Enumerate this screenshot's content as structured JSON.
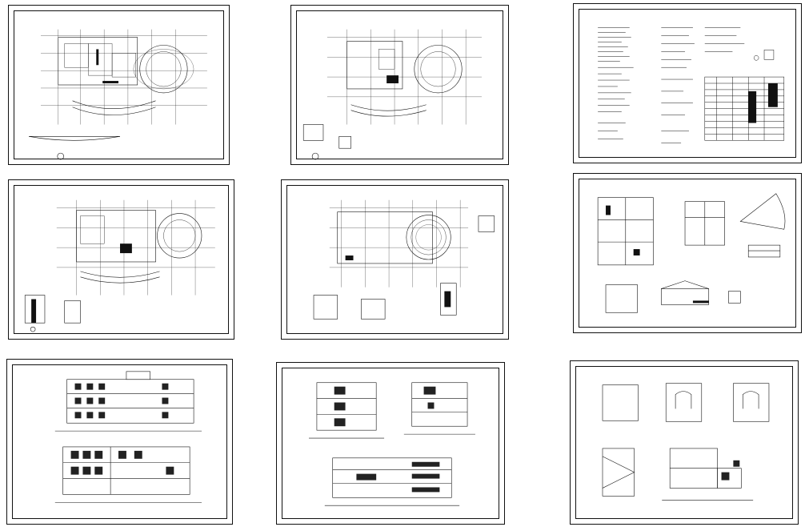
{
  "sheets": [
    {
      "kind": "plan-floor-1"
    },
    {
      "kind": "plan-floor-2"
    },
    {
      "kind": "design-notes-and-schedule"
    },
    {
      "kind": "plan-floor-3"
    },
    {
      "kind": "roof-plan-and-details"
    },
    {
      "kind": "stair-and-toilet-details"
    },
    {
      "kind": "front-and-rear-elevations"
    },
    {
      "kind": "side-elevations-and-section"
    },
    {
      "kind": "stair-sections"
    }
  ]
}
